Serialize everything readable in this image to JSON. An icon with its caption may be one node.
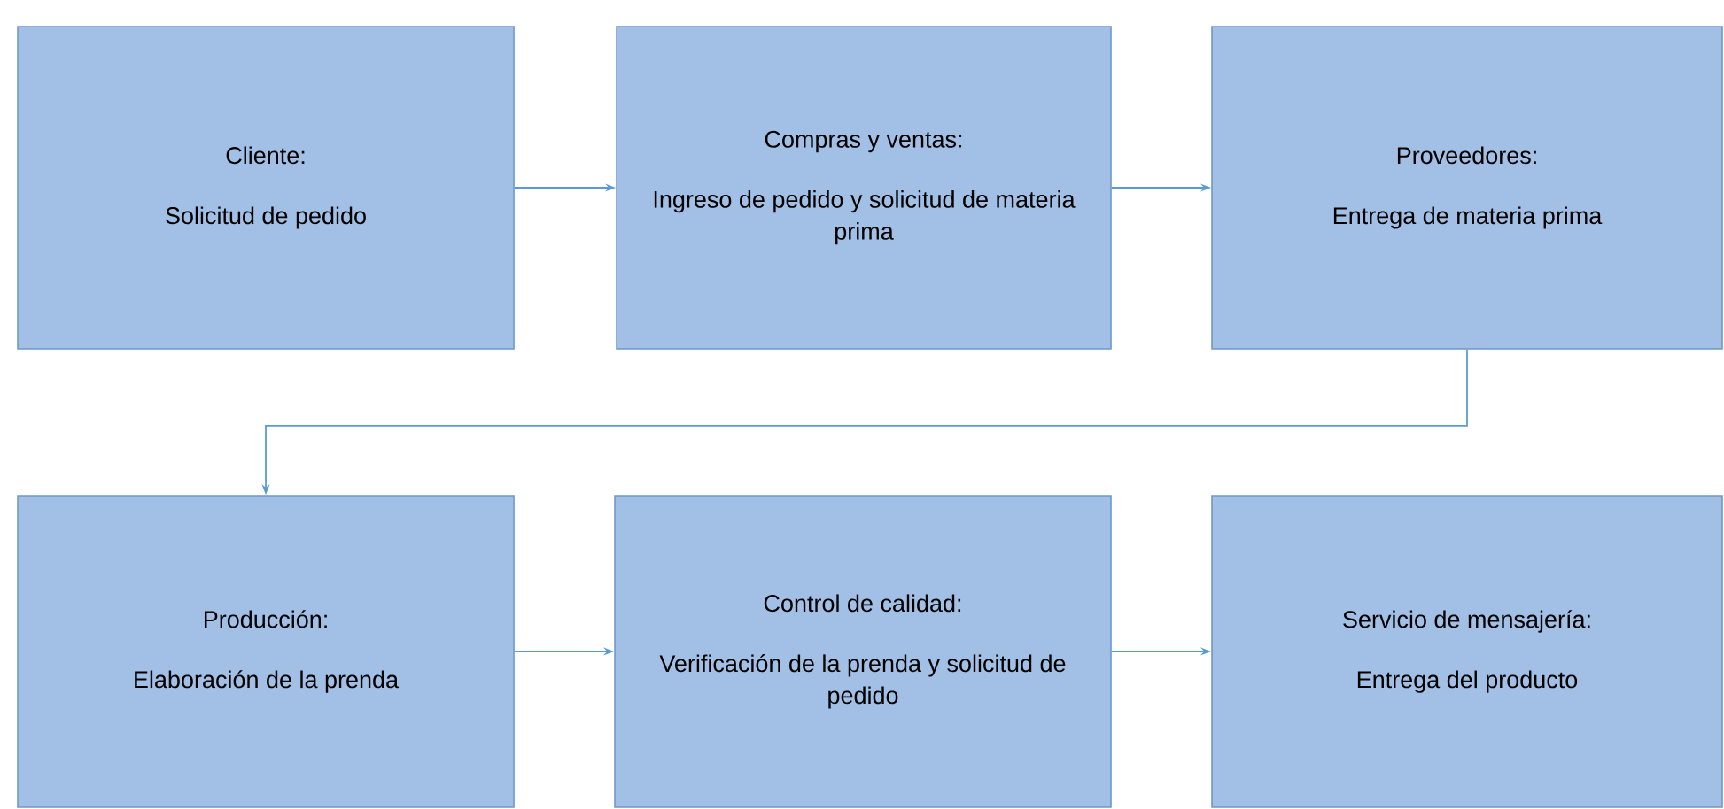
{
  "diagram": {
    "nodes": [
      {
        "text": [
          "Cliente:",
          "Solicitud de pedido"
        ]
      },
      {
        "text": [
          "Compras y ventas:",
          "Ingreso de pedido y solicitud de materia prima"
        ]
      },
      {
        "text": [
          "Proveedores:",
          "Entrega de materia prima"
        ]
      },
      {
        "text": [
          "Producción:",
          "Elaboración de la prenda"
        ]
      },
      {
        "text": [
          "Control de calidad:",
          "Verificación de la prenda y solicitud de pedido"
        ]
      },
      {
        "text": [
          "Servicio de mensajería:",
          "Entrega del producto"
        ]
      }
    ],
    "edges": [
      {
        "from": 0,
        "to": 1,
        "arrow": "to"
      },
      {
        "from": 1,
        "to": 2,
        "arrow": "to"
      },
      {
        "from": 2,
        "to": 3,
        "arrow": "to"
      },
      {
        "from": 3,
        "to": 4,
        "arrow": "to"
      },
      {
        "from": 4,
        "to": 5,
        "arrow": "to"
      }
    ]
  }
}
